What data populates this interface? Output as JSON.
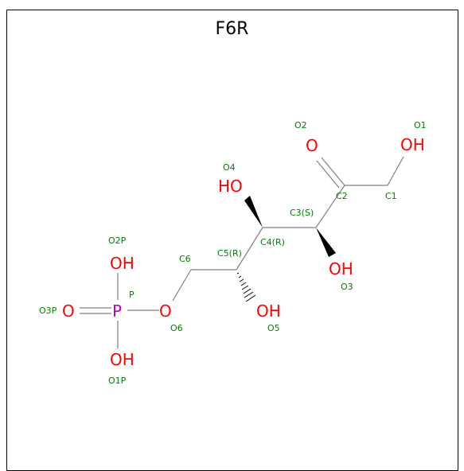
{
  "title": "F6R",
  "colors": {
    "bond": "#808080",
    "oxygen": "#ff0000",
    "phosphorus": "#c000c0",
    "label": "#008000",
    "wedge": "#000000"
  },
  "atoms": {
    "O1": "OH",
    "O2": "O",
    "O3": "OH",
    "O4": "HO",
    "O5": "OH",
    "O1P": "OH",
    "O2P": "OH",
    "O3P": "O",
    "O6": "O",
    "P": "P"
  },
  "labels": {
    "C1": "C1",
    "C2": "C2",
    "C3": "C3(S)",
    "C4": "C4(R)",
    "C5": "C5(R)",
    "C6": "C6",
    "O1": "O1",
    "O2": "O2",
    "O3": "O3",
    "O4": "O4",
    "O5": "O5",
    "O6": "O6",
    "P": "P",
    "O1P": "O1P",
    "O2P": "O2P",
    "O3P": "O3P"
  }
}
